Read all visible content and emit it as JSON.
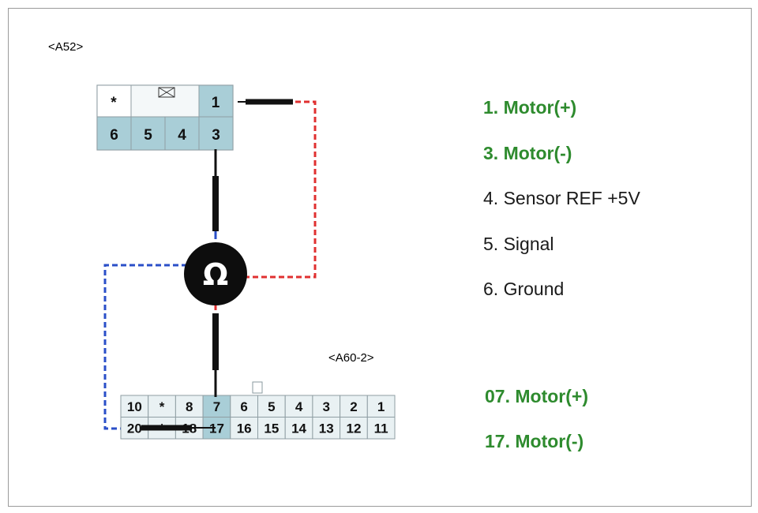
{
  "connectors": {
    "a52": {
      "label": "<A52>",
      "pins_top": [
        "*",
        "1"
      ],
      "pins_bottom": [
        "6",
        "5",
        "4",
        "3"
      ]
    },
    "a60": {
      "label": "<A60-2>",
      "pins_top": [
        "10",
        "*",
        "8",
        "7",
        "6",
        "5",
        "4",
        "3",
        "2",
        "1"
      ],
      "pins_bottom": [
        "20",
        "*",
        "18",
        "17",
        "16",
        "15",
        "14",
        "13",
        "12",
        "11"
      ]
    }
  },
  "meter": {
    "symbol": "Ω"
  },
  "legend_a52": [
    {
      "text": "1. Motor(+)",
      "highlight": true
    },
    {
      "text": "3. Motor(-)",
      "highlight": true
    },
    {
      "text": "4. Sensor REF +5V",
      "highlight": false
    },
    {
      "text": "5. Signal",
      "highlight": false
    },
    {
      "text": "6. Ground",
      "highlight": false
    }
  ],
  "legend_a60": [
    {
      "text": "07. Motor(+)",
      "highlight": true
    },
    {
      "text": "17. Motor(-)",
      "highlight": true
    }
  ],
  "colors": {
    "connector_fill": "#e9f1f3",
    "connector_highlight": "#a9ced7",
    "connector_border": "#8f9ea3",
    "wire_red": "#e03030",
    "wire_blue": "#2a4fc8",
    "probe": "#111111",
    "legend_green": "#2e8b2e"
  }
}
